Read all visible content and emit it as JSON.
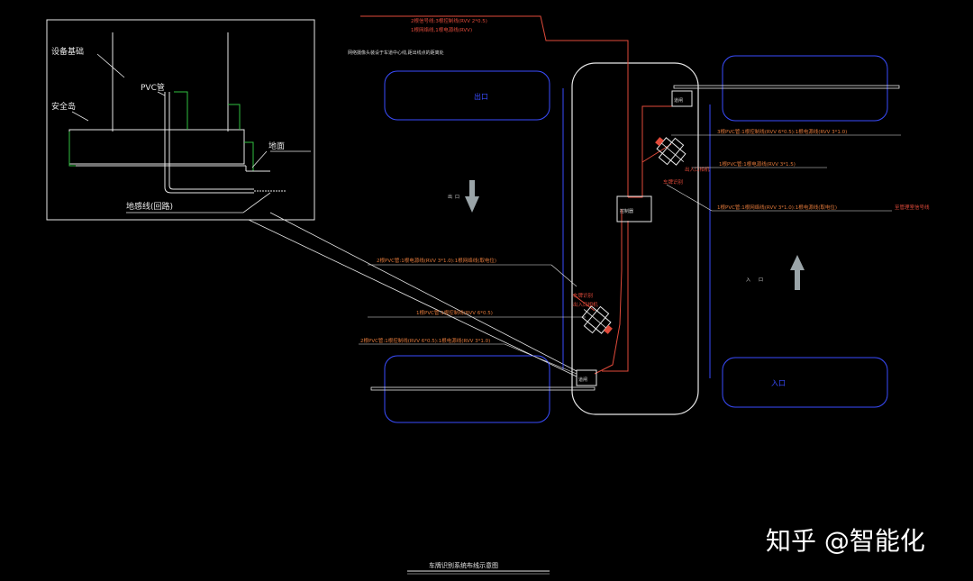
{
  "detail": {
    "equipment_foundation": "设备基础",
    "safety_island": "安全岛",
    "pvc_pipe": "PVC管",
    "ground": "地面",
    "ground_loop": "地感线(回路)"
  },
  "notes": {
    "top_red_1": "2根信号线:3根控制线(RVV 2*0.5)",
    "top_red_2": "1根网络线,1根电源线(RVV)",
    "install_note": "网络摄像头装设于车道中心线,距出线点的距离处"
  },
  "right_labels": {
    "r1": "3根PVC管:1根控制线(RVV 6*0.5):1根电源线(RVV 3*1.0)",
    "r2": "1根PVC管:1根电源线(RVV 3*1.5)",
    "r3": "1根PVC管:1根网络线(RVV 3*1.0):1根电源线(取电位)",
    "r4": "至管理室信号线"
  },
  "left_labels": {
    "l1": "2根PVC管:1根电源线(RVV 3*1.0):1根网络线(取电位)",
    "l2": "1根PVC管:1根控制线(RVV 6*0.5)",
    "l3": "2根PVC管:1根控制线(RVV 6*0.5):1根电源线(RVV 3*1.0)"
  },
  "lanes": {
    "left_top": "出口",
    "right_bottom": "入口",
    "exit_word": "出",
    "exit_dir": "口",
    "entry_word": "入",
    "entry_dir": "口"
  },
  "boxes": {
    "center": "控制器",
    "right_top": "道闸",
    "left_bottom": "道闸",
    "cam_right_a": "车牌识别",
    "cam_right_b": "出入口相机",
    "cam_left_a": "车牌识别",
    "cam_left_b": "出入口相机"
  },
  "footer": {
    "title": "车牌识别系统布线示意图"
  },
  "watermark": "知乎 @智能化",
  "colors": {
    "background": "#000000",
    "outline_white": "#e8e8e8",
    "outline_blue": "#3a4dff",
    "cable_red": "#e04a3a",
    "label_orange": "#e0783a",
    "detail_green": "#2fbf3f"
  }
}
